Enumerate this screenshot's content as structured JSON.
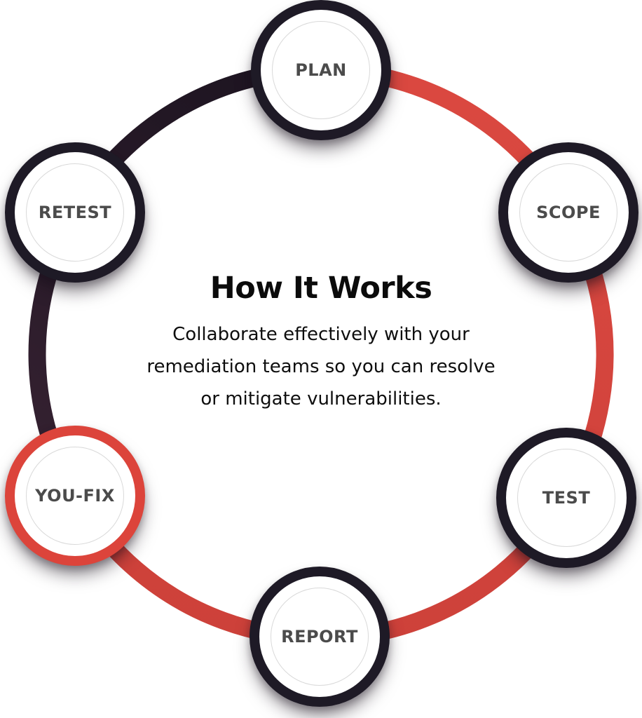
{
  "title": "How It Works",
  "description": {
    "line1": "Collaborate effectively with your",
    "line2": "remediation teams so you can resolve",
    "line3": "or mitigate vulnerabilities."
  },
  "nodes": [
    {
      "label": "PLAN"
    },
    {
      "label": "SCOPE"
    },
    {
      "label": "TEST"
    },
    {
      "label": "REPORT"
    },
    {
      "label": "YOU-FIX"
    },
    {
      "label": "RETEST"
    }
  ],
  "colors": {
    "background": "#FFFFFF",
    "red_arc_start": "#DA4840",
    "red_arc_end": "#CD413A",
    "dark_arc_start": "#1C1420",
    "dark_arc_end": "#352131",
    "node_border_dark": "#1E1A26",
    "node_border_red": "#DC443B",
    "inner_ring": "#D9D9D9",
    "label_text": "#4B4B4B",
    "title_text": "#0B0B0B",
    "body_text": "#0E0E0E"
  }
}
